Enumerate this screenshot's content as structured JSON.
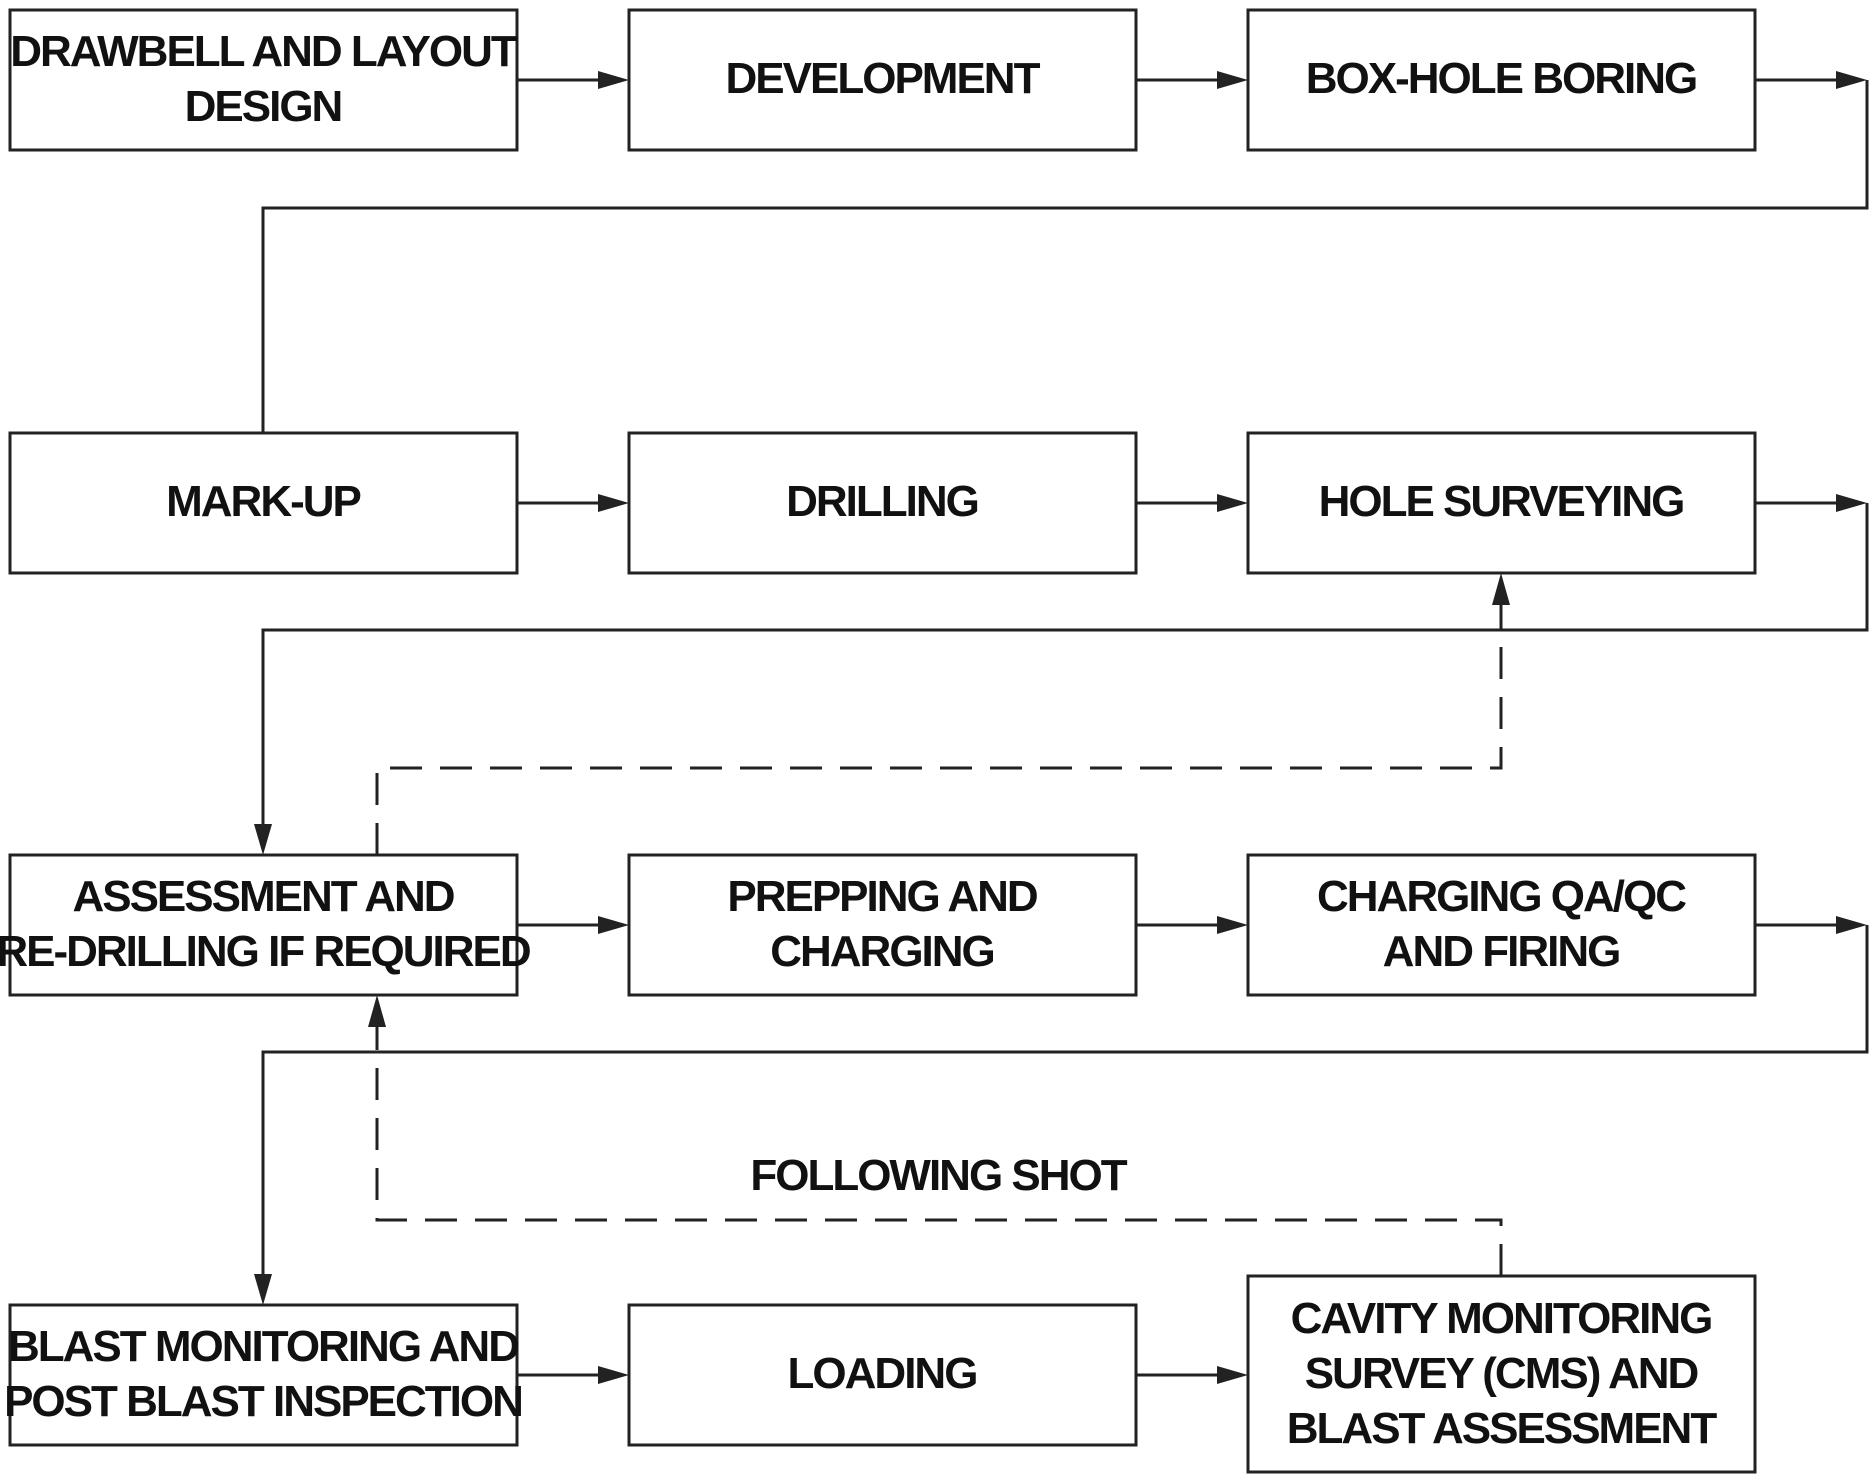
{
  "boxes": {
    "drawbell_design": [
      "DRAWBELL AND LAYOUT",
      "DESIGN"
    ],
    "development": [
      "DEVELOPMENT"
    ],
    "box_hole_boring": [
      "BOX-HOLE BORING"
    ],
    "mark_up": [
      "MARK-UP"
    ],
    "drilling": [
      "DRILLING"
    ],
    "hole_surveying": [
      "HOLE SURVEYING"
    ],
    "assessment_redrilling": [
      "ASSESSMENT AND",
      "RE-DRILLING IF REQUIRED"
    ],
    "prepping_charging": [
      "PREPPING AND",
      "CHARGING"
    ],
    "charging_qaqc_firing": [
      "CHARGING QA/QC",
      "AND FIRING"
    ],
    "blast_monitoring": [
      "BLAST MONITORING AND",
      "POST BLAST INSPECTION"
    ],
    "loading": [
      "LOADING"
    ],
    "cavity_monitoring": [
      "CAVITY MONITORING",
      "SURVEY (CMS) AND",
      "BLAST ASSESSMENT"
    ]
  },
  "annotations": {
    "following_shot": "FOLLOWING SHOT"
  },
  "colors": {
    "stroke": "#222222",
    "text": "#111111",
    "background": "#ffffff"
  }
}
